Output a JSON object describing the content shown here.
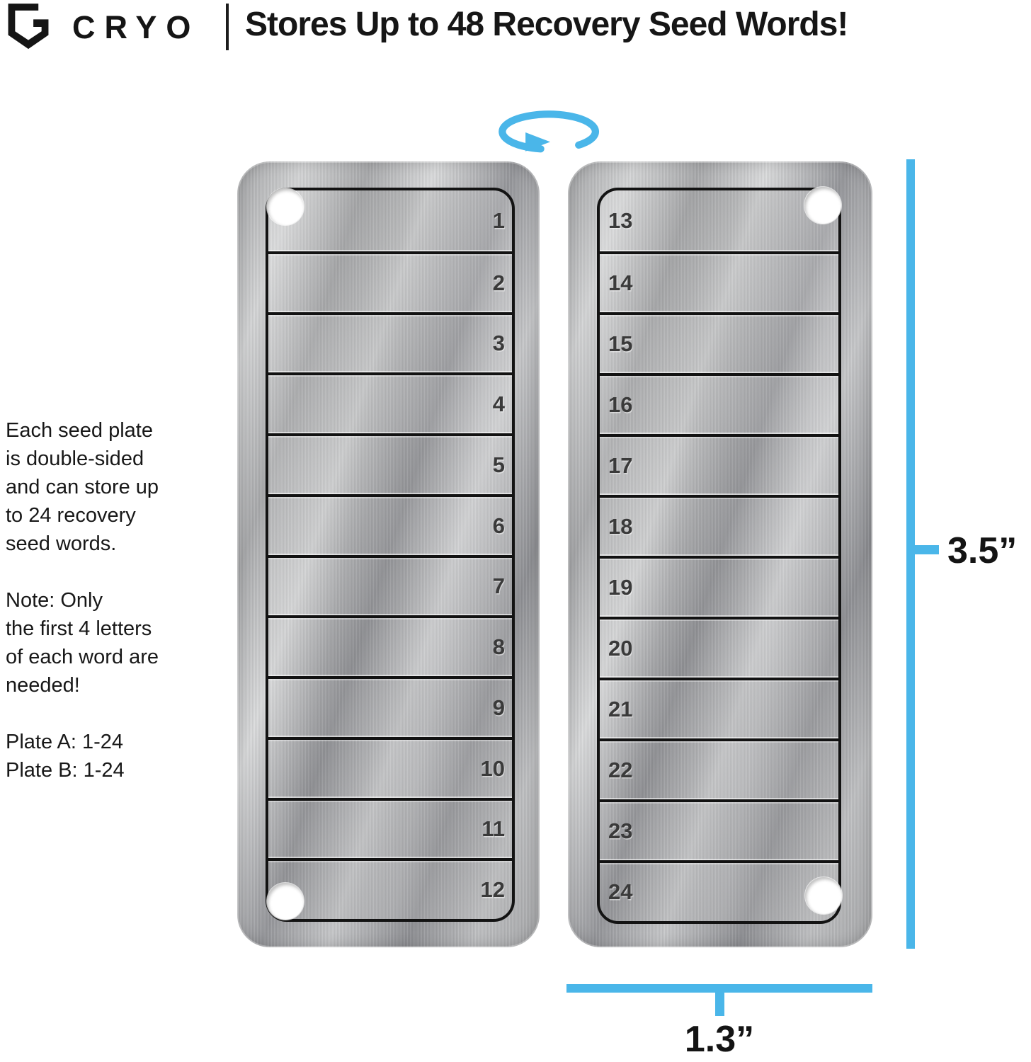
{
  "header": {
    "brand": "CRYO",
    "title": "Stores Up to 48 Recovery Seed Words!"
  },
  "annotations": {
    "description": "Each seed plate\nis double-sided\nand can store up\nto 24 recovery\nseed words.",
    "note": "Note: Only\nthe first 4 letters\nof each word are\nneeded!",
    "plate_key": "Plate A: 1-24\nPlate B: 1-24",
    "height_label": "3.5”",
    "width_label": "1.3”"
  },
  "plates": [
    {
      "side": "front",
      "numbers": [
        1,
        2,
        3,
        4,
        5,
        6,
        7,
        8,
        9,
        10,
        11,
        12
      ],
      "number_side": "right",
      "hole_corners": [
        "top-left",
        "bottom-left"
      ]
    },
    {
      "side": "back",
      "numbers": [
        13,
        14,
        15,
        16,
        17,
        18,
        19,
        20,
        21,
        22,
        23,
        24
      ],
      "number_side": "left",
      "hole_corners": [
        "top-right",
        "bottom-right"
      ]
    }
  ],
  "colors": {
    "accent_blue": "#4AB6E9",
    "text_dark": "#161616",
    "plate_metal": "#b0b1b3"
  }
}
